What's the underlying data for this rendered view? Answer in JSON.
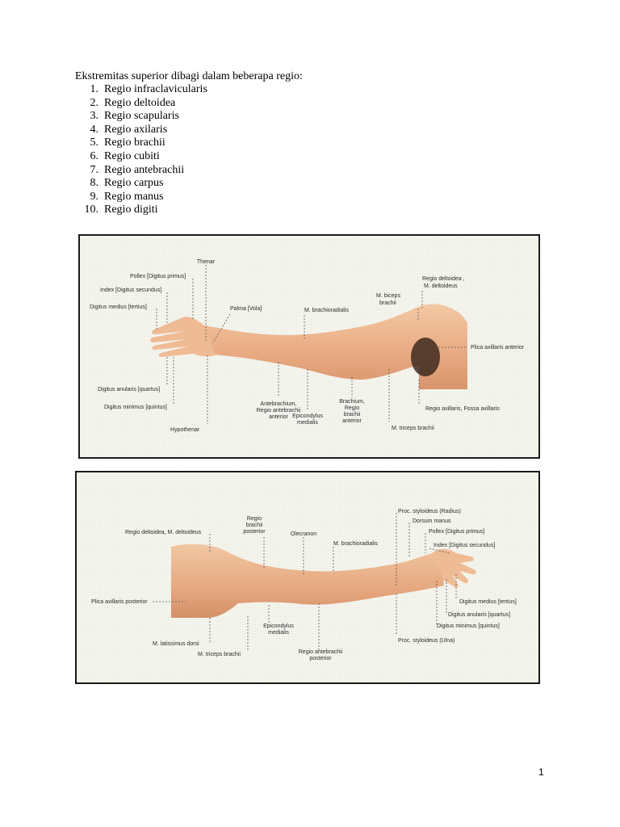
{
  "intro": "Ekstremitas superior dibagi dalam beberapa regio:",
  "regions": [
    {
      "num": "1.",
      "name": "Regio infraclavicularis"
    },
    {
      "num": "2.",
      "name": "Regio deltoidea"
    },
    {
      "num": "3.",
      "name": "Regio scapularis"
    },
    {
      "num": "4.",
      "name": "Regio axilaris"
    },
    {
      "num": "5.",
      "name": "Regio brachii"
    },
    {
      "num": "6.",
      "name": "Regio cubiti"
    },
    {
      "num": "7.",
      "name": "Regio antebrachii"
    },
    {
      "num": "8.",
      "name": "Regio carpus"
    },
    {
      "num": "9.",
      "name": "Regio manus"
    },
    {
      "num": "10.",
      "name": "Regio digiti"
    }
  ],
  "figure1": {
    "labels": {
      "thenar": "Thenar",
      "pollex": "Pollex [Digitus primus]",
      "index": "Index [Digitus secundus]",
      "digitus_medius": "Digitus medius [tertius]",
      "palma": "Palma [Vola]",
      "brachioradialis": "M. brachioradialis",
      "biceps_1": "M. biceps",
      "biceps_2": "brachii",
      "deltoidea_1": "Regio deltoidea ,",
      "deltoidea_2": "M. deltoideus",
      "plica_anterior": "Plica axillaris anterior",
      "digitus_anularis": "Digitus anularis [quartus]",
      "digitus_minimus": "Digitus minimus [quintus]",
      "hypothenar": "Hypothenar",
      "antebrachium_1": "Antebrachium,",
      "antebrachium_2": "Regio antebrachii",
      "antebrachium_3": "anterior",
      "epicondylus_1": "Epicondylus",
      "epicondylus_2": "medialis",
      "brachium_1": "Brachium,",
      "brachium_2": "Regio",
      "brachium_3": "brachii",
      "brachium_4": "anterior",
      "triceps": "M. triceps brachii",
      "regio_axillaris": "Regio axillaris, Fossa axillaris"
    }
  },
  "figure2": {
    "labels": {
      "deltoidea": "Regio deltoidea, M. deltoideus",
      "brachii_post_1": "Regio",
      "brachii_post_2": "brachii",
      "brachii_post_3": "posterior",
      "olecranon": "Olecranon",
      "styloideus_radius": "Proc. styloideus (Radius)",
      "dorsum_manus": "Dorsum manus",
      "pollex": "Pollex [Digitus primus]",
      "index": "Index [Digitus secundus]",
      "brachioradialis": "M. brachioradialis",
      "plica_posterior": "Plica axillaris posterior",
      "digitus_medius": "Digitus medius [tertius]",
      "digitus_anularis": "Digitus anularis [quartus]",
      "digitus_minimus": "Digitus minimus [quintus]",
      "latissimus": "M. latissimus dorsi",
      "triceps": "M. triceps brachii",
      "epicondylus_1": "Epicondylus",
      "epicondylus_2": "medialis",
      "antebrachii_post_1": "Regio antebrachii",
      "antebrachii_post_2": "posterior",
      "styloideus_ulna": "Proc. styloideus (Ulna)"
    }
  },
  "page_number": "1"
}
